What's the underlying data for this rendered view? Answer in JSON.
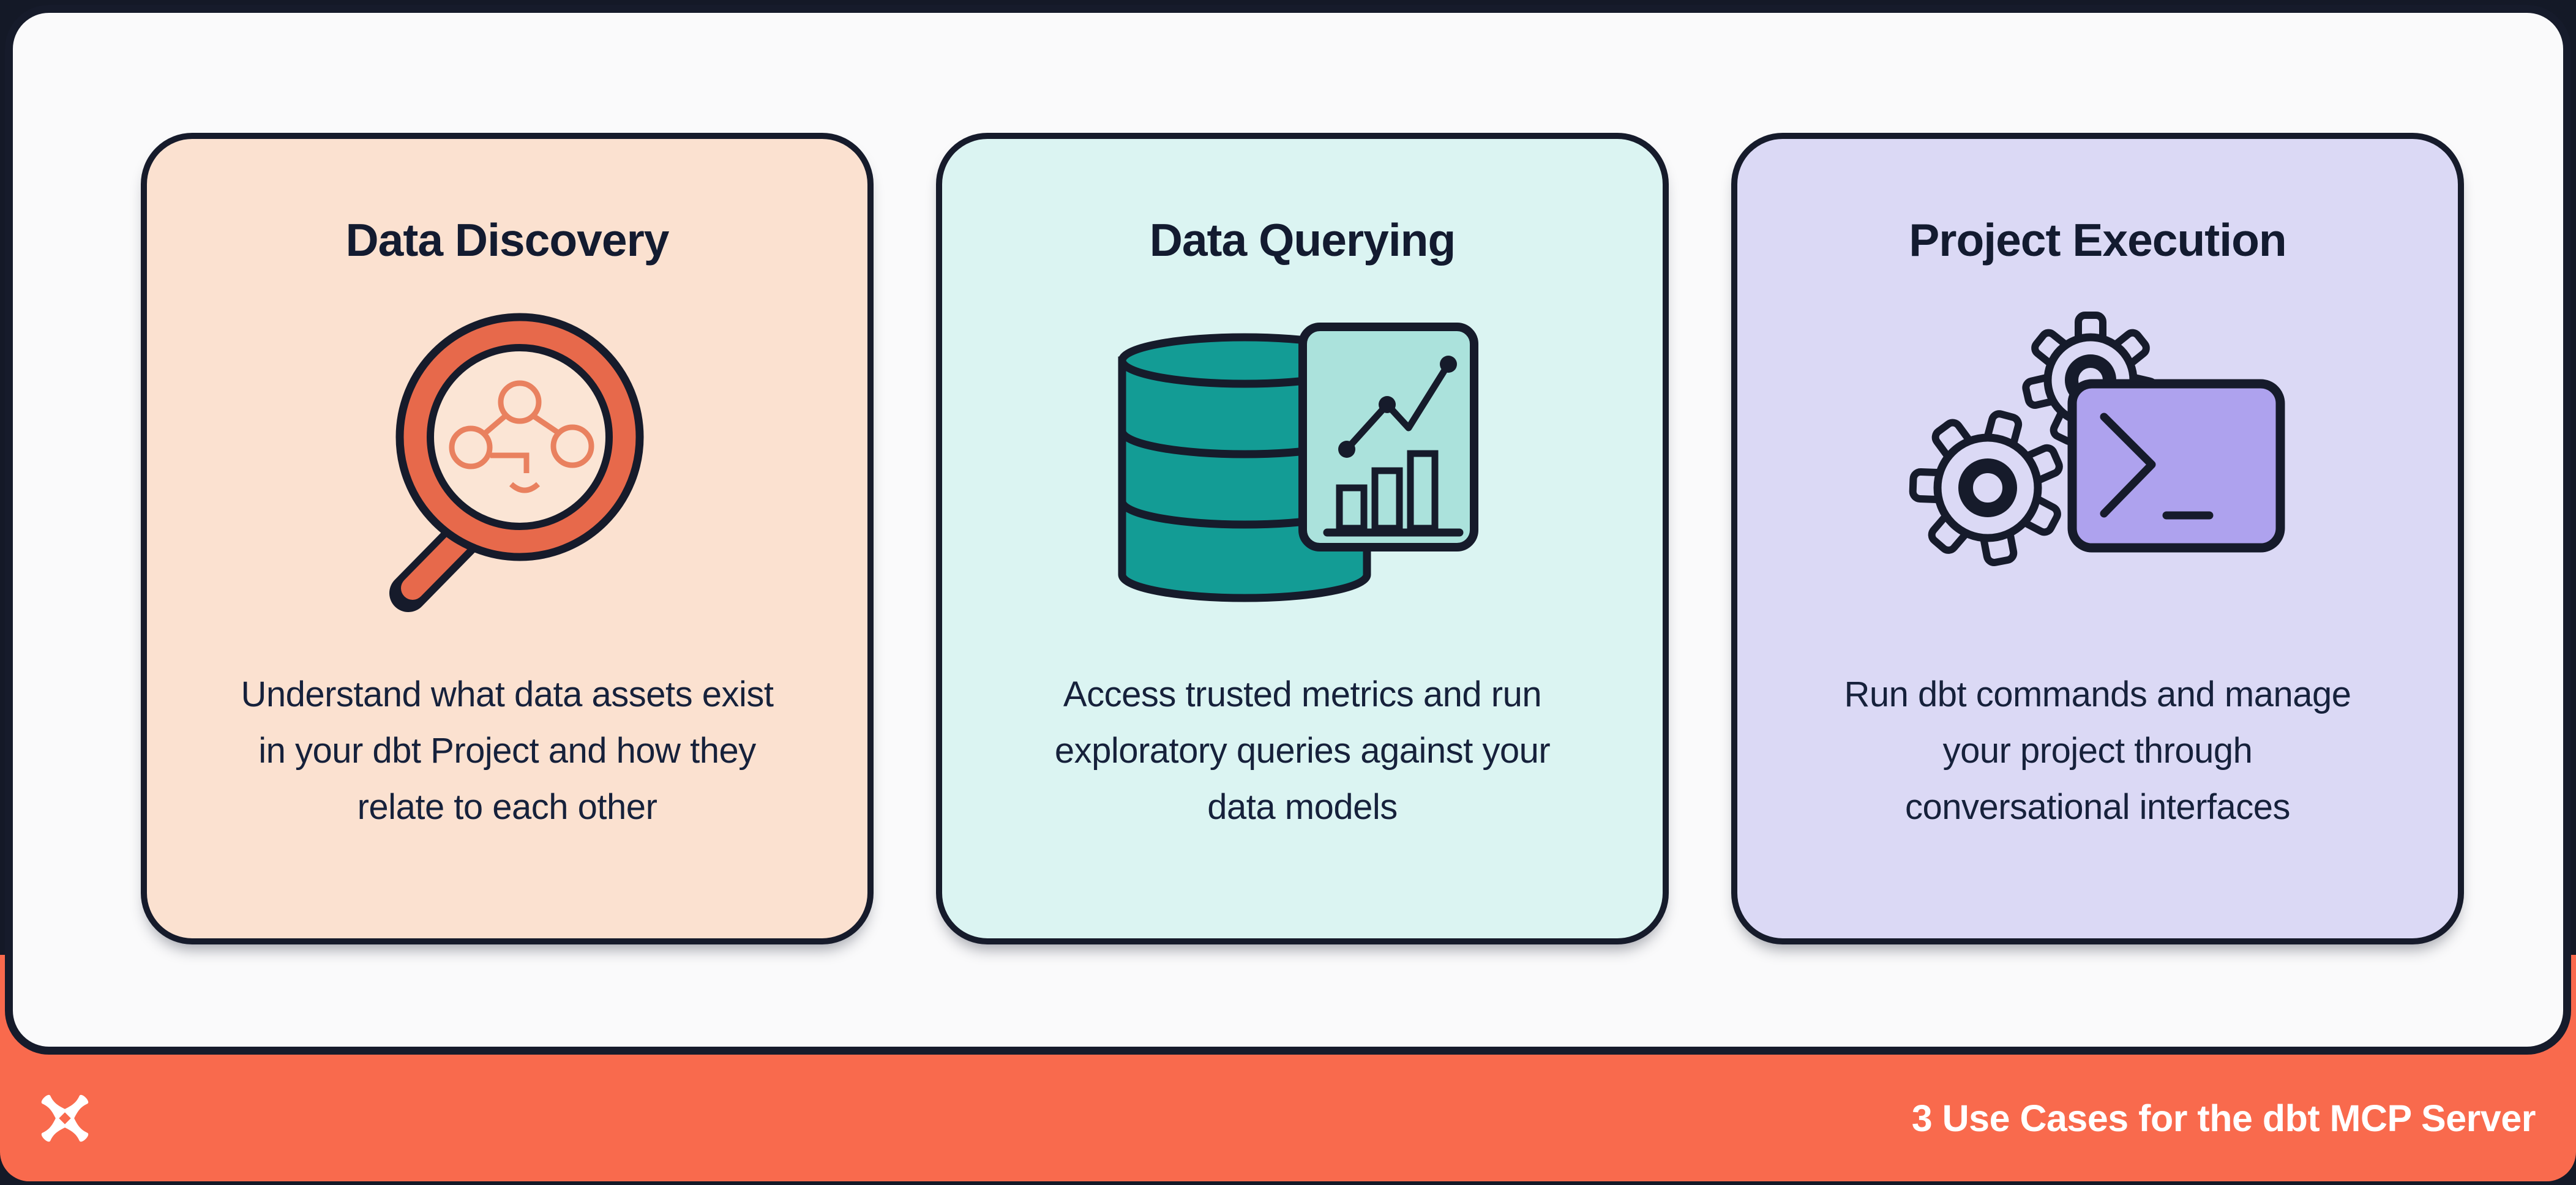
{
  "palette": {
    "canvas_dark": "#141927",
    "panel_bg": "#FAFAFB",
    "ink_outline": "#161B2B",
    "text_navy": "#16213B",
    "accent_orange": "#F96A4D",
    "card1_bg": "#FBE1D0",
    "card2_bg": "#DBF4F2",
    "card3_bg": "#DBD9F5",
    "coral_ring": "#E7694B",
    "coral_motif": "#E9815F",
    "teal_database": "#139C95",
    "teal_report": "#ABE2DC",
    "purple_terminal": "#AEA2EE"
  },
  "cards": [
    {
      "title": "Data Discovery",
      "icon": "magnifier-lineage-icon",
      "body": "Understand what data assets exist in your dbt Project and how they relate to each other",
      "body_lines": [
        "Understand what data assets exist",
        "in your dbt Project and how they",
        "relate to each other"
      ]
    },
    {
      "title": "Data Querying",
      "icon": "database-report-icon",
      "body": "Access trusted metrics and run exploratory queries against your data models",
      "body_lines": [
        "Access trusted metrics and run",
        "exploratory queries against your",
        "data models"
      ]
    },
    {
      "title": "Project Execution",
      "icon": "gears-terminal-icon",
      "body": "Run dbt commands and manage your project through conversational interfaces",
      "body_lines": [
        "Run dbt commands and manage",
        "your project through",
        "conversational interfaces"
      ]
    }
  ],
  "footer": {
    "logo": "dbt-logo",
    "caption": "3 Use Cases for the dbt MCP Server"
  }
}
